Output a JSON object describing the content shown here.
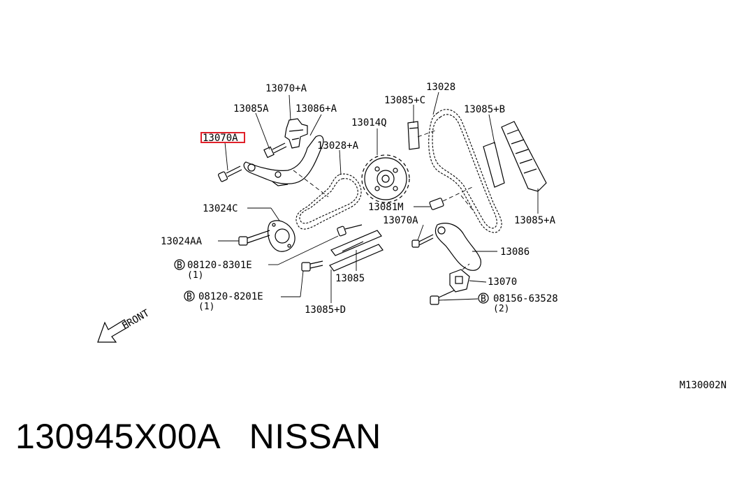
{
  "diagram": {
    "labels": {
      "p13070_plus_a": "13070+A",
      "p13085a": "13085A",
      "p13086_plus_a": "13086+A",
      "p13070a_highlight": "13070A",
      "p13028_plus_a": "13028+A",
      "p13085_plus_c": "13085+C",
      "p13028": "13028",
      "p13014q": "13014Q",
      "p13085_plus_b": "13085+B",
      "p13024c": "13024C",
      "p13081m": "13081M",
      "p13085_plus_a": "13085+A",
      "p13024aa": "13024AA",
      "p13070a_lower": "13070A",
      "p13086": "13086",
      "bolt1_number": "08120-8301E",
      "bolt1_qty": "(1)",
      "p13085": "13085",
      "p13070": "13070",
      "bolt2_number": "08120-8201E",
      "bolt2_qty": "(1)",
      "p13085_plus_d": "13085+D",
      "bolt3_number": "08156-63528",
      "bolt3_qty": "(2)",
      "bolt_marker": "B",
      "front": "FRONT",
      "figure_code": "M130002N"
    },
    "highlight_color": "#e0202a"
  },
  "caption": {
    "part_number": "130945X00A",
    "brand": "NISSAN"
  }
}
